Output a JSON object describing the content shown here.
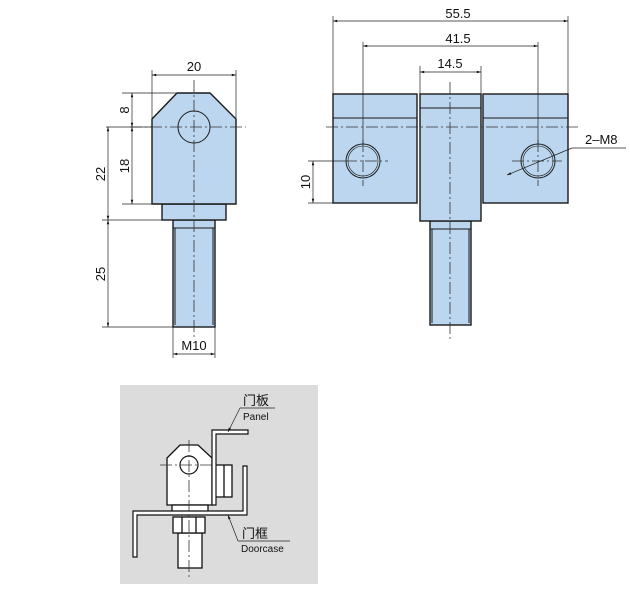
{
  "side_view": {
    "dims": {
      "width": "20",
      "chamfer_height": "8",
      "hole_to_bottom": "18",
      "hole_to_collar": "22",
      "thread_length": "25",
      "thread": "M10"
    }
  },
  "front_view": {
    "dims": {
      "overall": "55.5",
      "hole_spacing": "41.5",
      "center_width": "14.5",
      "hole_height": "10",
      "holes": "2–M8"
    }
  },
  "install_view": {
    "panel_cn": "门板",
    "panel_en": "Panel",
    "doorcase_cn": "门框",
    "doorcase_en": "Doorcase"
  },
  "colors": {
    "part_fill": "#bcd6ef",
    "install_bg": "#dcdcdc"
  }
}
